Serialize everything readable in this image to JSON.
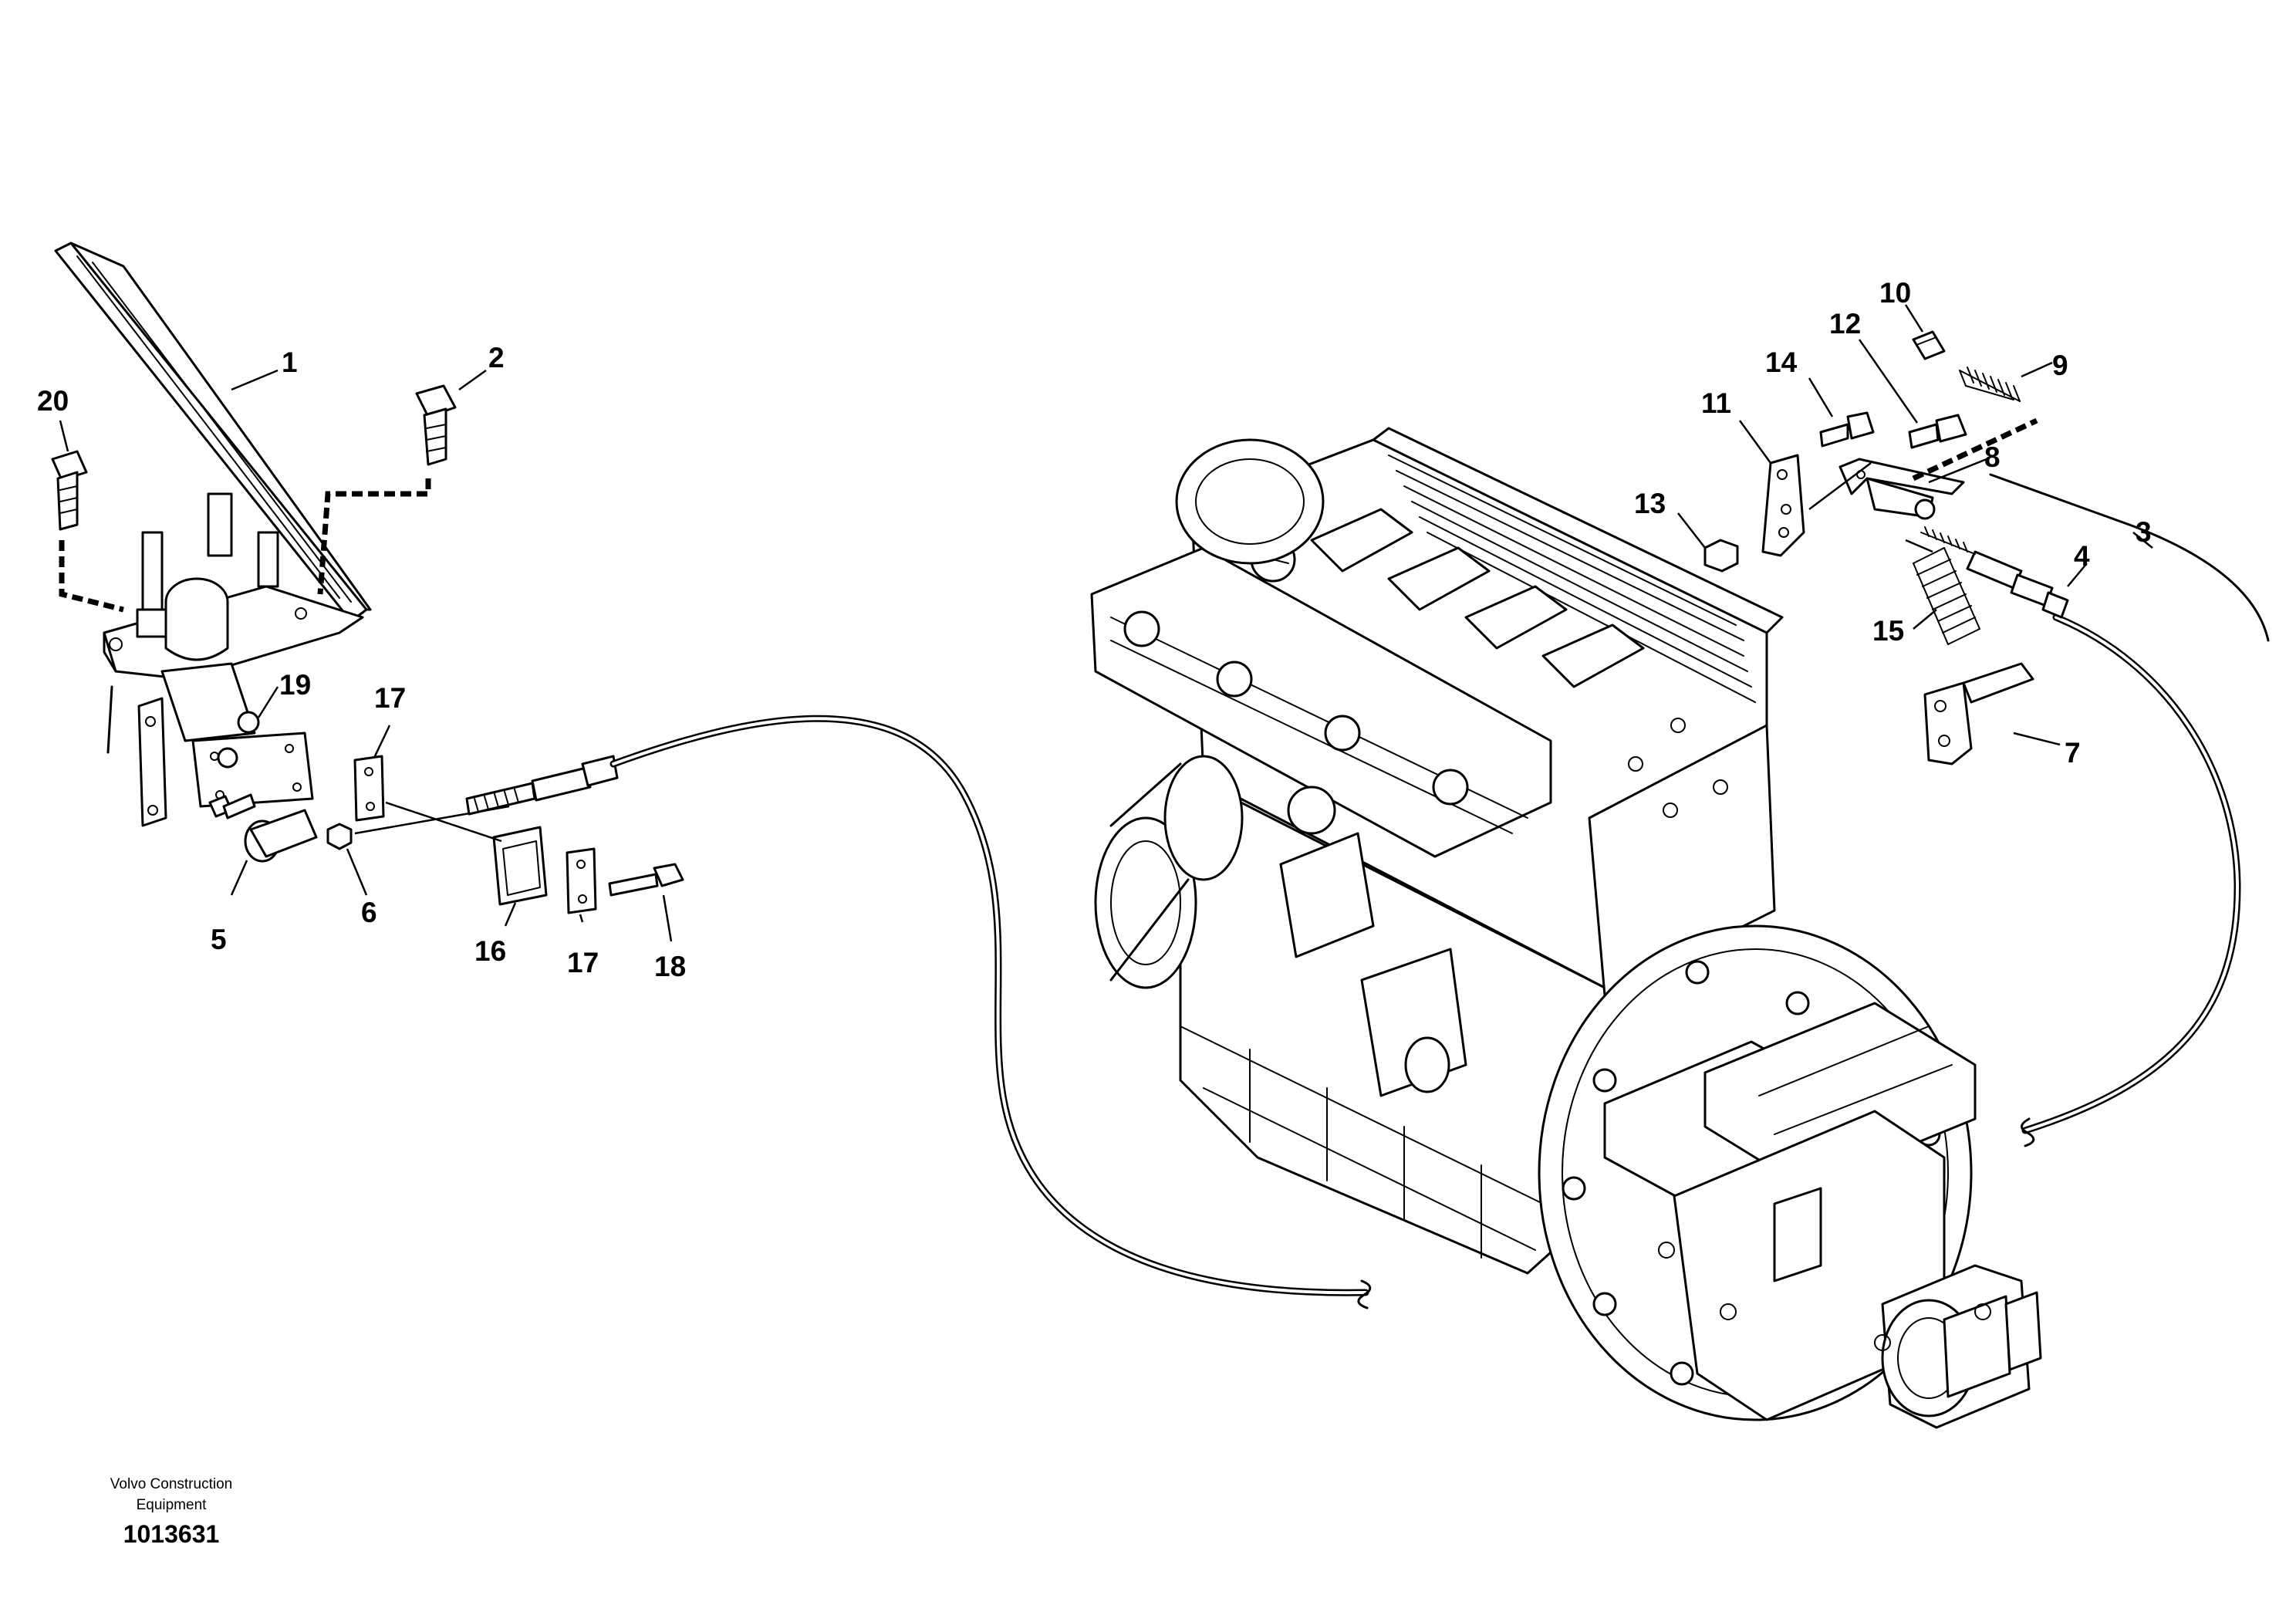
{
  "callouts": [
    {
      "id": "1",
      "label": "1"
    },
    {
      "id": "2",
      "label": "2"
    },
    {
      "id": "3",
      "label": "3"
    },
    {
      "id": "4",
      "label": "4"
    },
    {
      "id": "5",
      "label": "5"
    },
    {
      "id": "6",
      "label": "6"
    },
    {
      "id": "7",
      "label": "7"
    },
    {
      "id": "8",
      "label": "8"
    },
    {
      "id": "9",
      "label": "9"
    },
    {
      "id": "10",
      "label": "10"
    },
    {
      "id": "11",
      "label": "11"
    },
    {
      "id": "12",
      "label": "12"
    },
    {
      "id": "13",
      "label": "13"
    },
    {
      "id": "14",
      "label": "14"
    },
    {
      "id": "15",
      "label": "15"
    },
    {
      "id": "16",
      "label": "16"
    },
    {
      "id": "17a",
      "label": "17"
    },
    {
      "id": "17b",
      "label": "17"
    },
    {
      "id": "18",
      "label": "18"
    },
    {
      "id": "19",
      "label": "19"
    },
    {
      "id": "20",
      "label": "20"
    }
  ],
  "footer": {
    "brand_line1": "Volvo Construction",
    "brand_line2": "Equipment",
    "drawing_number": "1013631"
  }
}
